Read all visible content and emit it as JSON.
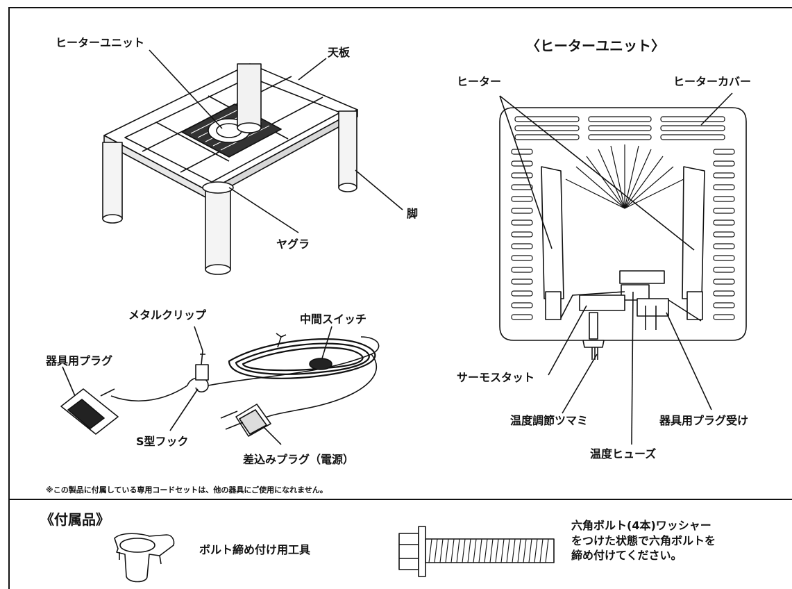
{
  "table": {
    "heater_unit": "ヒーターユニット",
    "top_board": "天板",
    "leg": "脚",
    "yagura": "ヤグラ"
  },
  "unit": {
    "title": "〈ヒーターユニット〉",
    "heater": "ヒーター",
    "heater_cover": "ヒーターカバー",
    "thermostat": "サーモスタット",
    "temp_knob": "温度調節ツマミ",
    "plug_receiver": "器具用プラグ受け",
    "temp_fuse": "温度ヒューズ"
  },
  "cord": {
    "metal_clip": "メタルクリップ",
    "middle_switch": "中間スイッチ",
    "appliance_plug": "器具用プラグ",
    "s_hook": "S型フック",
    "power_plug": "差込みプラグ（電源）"
  },
  "note": "※この製品に付属している専用コードセットは、他の器具にご使用になれません。",
  "accessories": {
    "title": "《付属品》",
    "tool_label": "ボルト締め付け用工具",
    "bolt_text": [
      "六角ボルト(4本)ワッシャー",
      "をつけた状態で六角ボルトを",
      "締め付けてください。"
    ]
  }
}
